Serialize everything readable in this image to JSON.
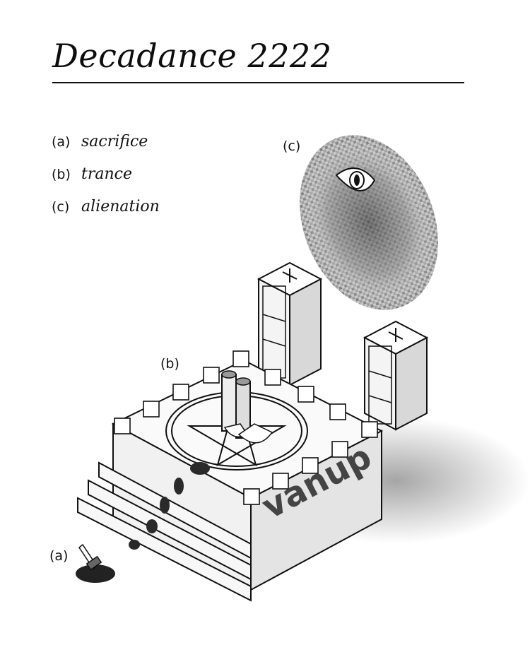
{
  "title": "Decadance 2222",
  "legend": [
    {
      "key": "(a)",
      "label": "sacrifice"
    },
    {
      "key": "(b)",
      "label": "trance"
    },
    {
      "key": "(c)",
      "label": "alienation"
    }
  ],
  "callouts": {
    "a": "(a)",
    "b": "(b)",
    "c": "(c)"
  },
  "platform_text": "vanup",
  "cabinet_symbol": "+",
  "icons": [
    "pentagram-icon",
    "eye-icon",
    "knife-icon",
    "severed-feet-icon",
    "speaker-cabinet-icon"
  ]
}
